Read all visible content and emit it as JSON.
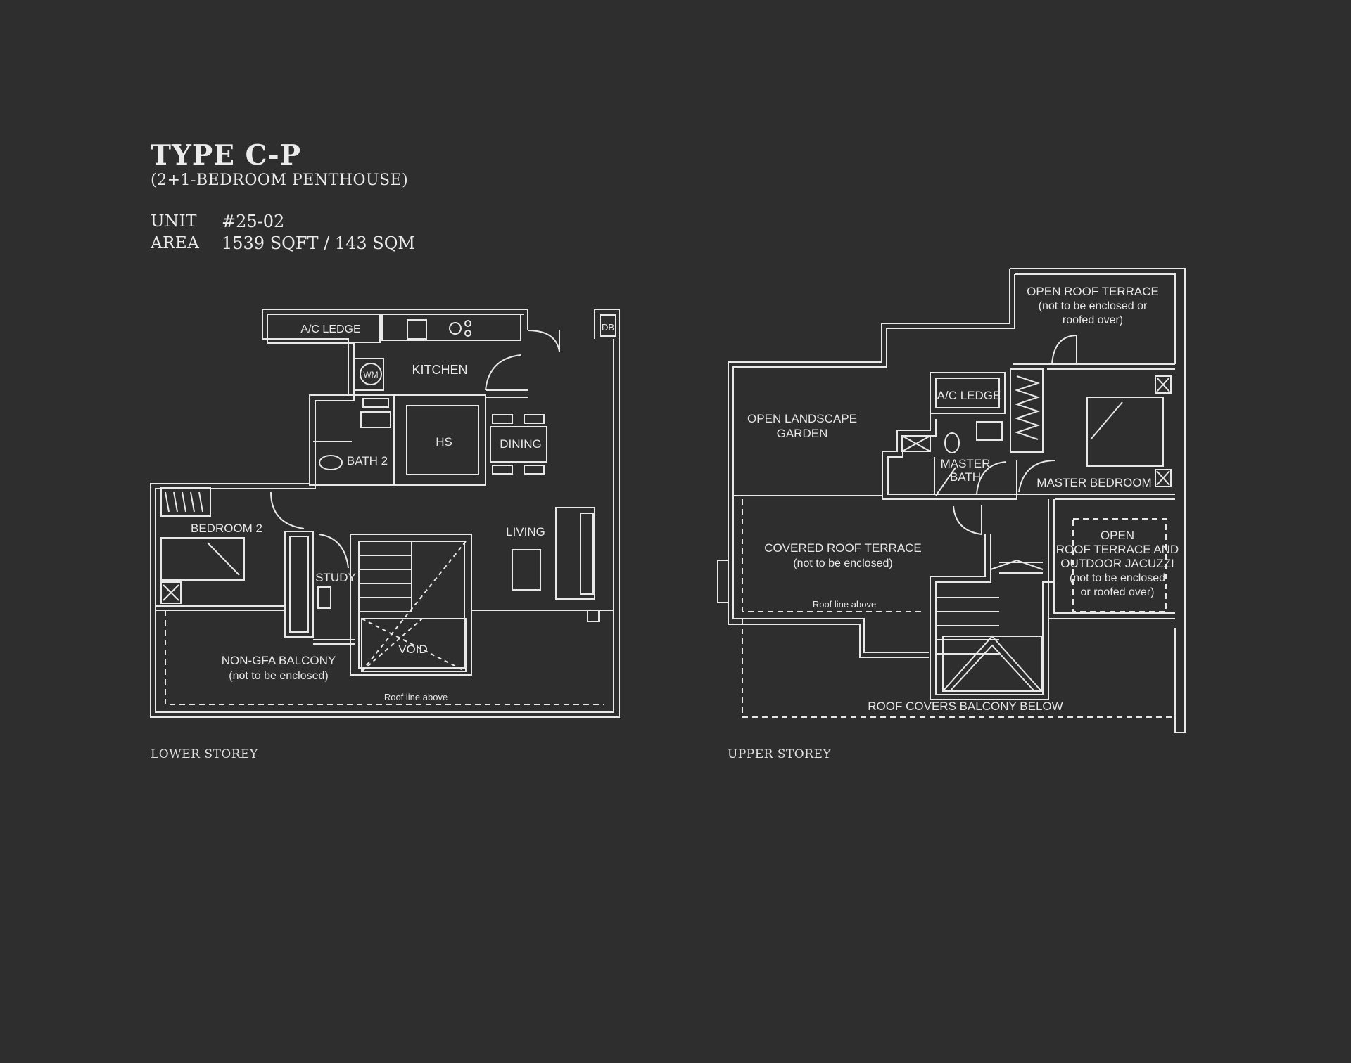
{
  "header": {
    "title": "TYPE C-P",
    "subtitle": "(2+1-BEDROOM PENTHOUSE)",
    "unit_label": "UNIT",
    "unit_value": "#25-02",
    "area_label": "AREA",
    "area_value": "1539 SQFT / 143 SQM"
  },
  "colors": {
    "background": "#2e2e2e",
    "line": "#e8e8e8",
    "text": "#ebebeb"
  },
  "lower_storey": {
    "caption": "LOWER STOREY",
    "labels": {
      "ac_ledge": "A/C LEDGE",
      "db": "DB",
      "kitchen": "KITCHEN",
      "wm": "WM",
      "hs": "HS",
      "dining": "DINING",
      "bath2": "BATH 2",
      "bedroom2": "BEDROOM 2",
      "living": "LIVING",
      "study": "STUDY",
      "void": "VOID",
      "balcony": "NON-GFA BALCONY",
      "balcony_note": "(not to be enclosed)",
      "roofline": "Roof line above"
    }
  },
  "upper_storey": {
    "caption": "UPPER STOREY",
    "labels": {
      "open_roof_terrace": "OPEN ROOF TERRACE",
      "open_roof_terrace_note1": "(not to be enclosed or",
      "open_roof_terrace_note2": "roofed over)",
      "ac_ledge": "A/C LEDGE",
      "garden1": "OPEN LANDSCAPE",
      "garden2": "GARDEN",
      "master_bath1": "MASTER",
      "master_bath2": "BATH",
      "master_bedroom": "MASTER BEDROOM",
      "covered_terrace": "COVERED ROOF TERRACE",
      "covered_terrace_note": "(not to be enclosed)",
      "roofline": "Roof line above",
      "jacuzzi1": "OPEN",
      "jacuzzi2": "ROOF TERRACE AND",
      "jacuzzi3": "OUTDOOR JACUZZI",
      "jacuzzi4": "(not to be enclosed",
      "jacuzzi5": "or roofed over)",
      "roof_covers": "ROOF COVERS BALCONY BELOW"
    }
  }
}
